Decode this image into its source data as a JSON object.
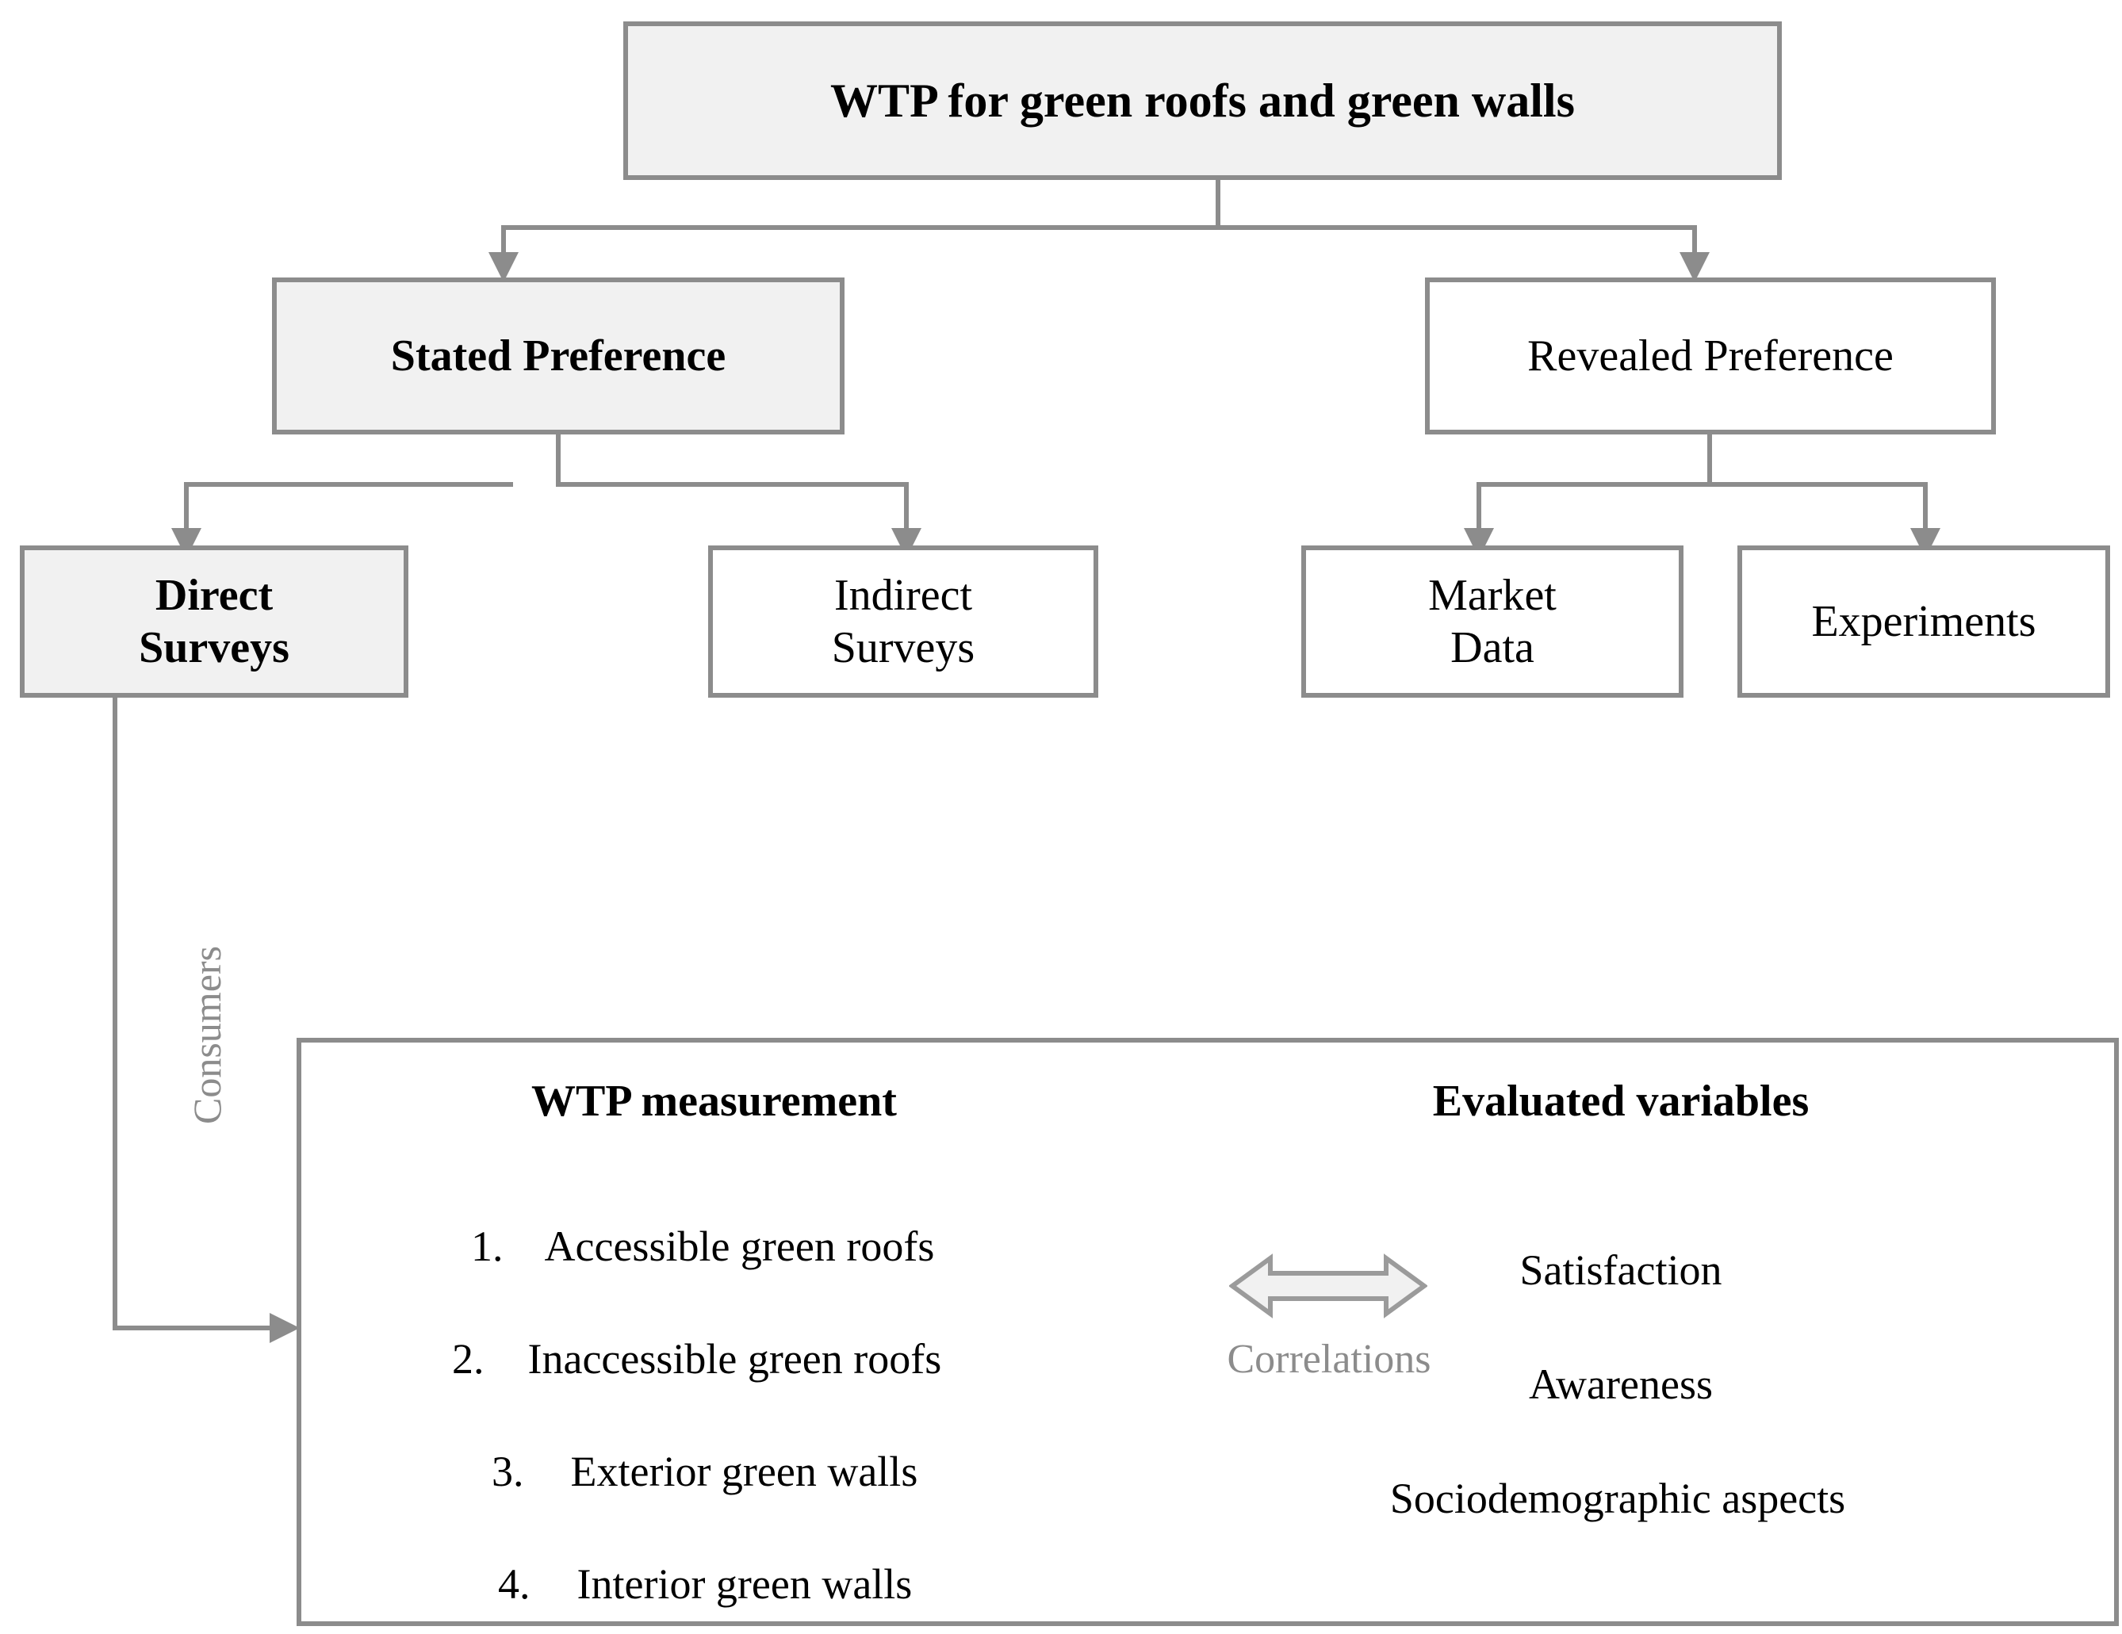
{
  "theme": {
    "line_color": "#8c8c8c",
    "fill_highlight": "#f1f1f1",
    "fill_plain": "#ffffff",
    "text_color": "#000000",
    "muted_text_color": "#8c8c8c"
  },
  "diagram": {
    "type": "hierarchy-flowchart",
    "root": {
      "label": "WTP for green roofs and green walls"
    },
    "level1": [
      {
        "label": "Stated Preference"
      },
      {
        "label": "Revealed Preference"
      }
    ],
    "level2": [
      {
        "line1": "Direct",
        "line2": "Surveys"
      },
      {
        "line1": "Indirect",
        "line2": "Surveys"
      },
      {
        "line1": "Market",
        "line2": "Data"
      },
      {
        "line1": "Experiments",
        "line2": ""
      }
    ],
    "edge_labels": {
      "consumers": "Consumers",
      "correlations": "Correlations"
    }
  },
  "panel": {
    "left_column": {
      "title": "WTP measurement",
      "items": [
        {
          "number": "1.",
          "text": "Accessible green roofs"
        },
        {
          "number": "2.",
          "text": "Inaccessible green roofs"
        },
        {
          "number": "3.",
          "text": "Exterior green walls"
        },
        {
          "number": "4.",
          "text": "Interior green walls"
        }
      ]
    },
    "right_column": {
      "title": "Evaluated variables",
      "items": [
        {
          "text": "Satisfaction"
        },
        {
          "text": "Awareness"
        },
        {
          "text": "Sociodemographic  aspects"
        }
      ]
    }
  }
}
